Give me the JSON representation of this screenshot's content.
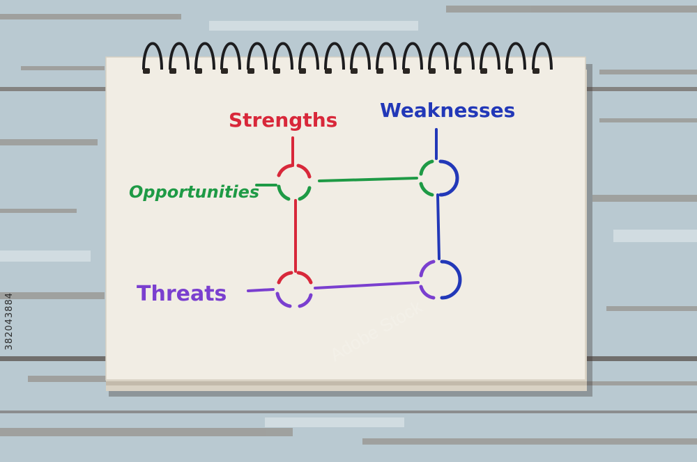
{
  "diagram": {
    "strengths_label": "Strengths",
    "weaknesses_label": "Weaknesses",
    "opportunities_label": "Opportunities",
    "threats_label": "Threats"
  },
  "colors": {
    "strengths": "#d8283a",
    "weaknesses": "#2238b8",
    "opportunities": "#1e9a45",
    "threats": "#7a3fcf",
    "paper": "#f1ede4",
    "wood_light": "#c9d6dc",
    "wood_dark": "#8a7f78"
  },
  "watermark": {
    "stock_id": "382043884",
    "text": "Adobe Stock"
  }
}
